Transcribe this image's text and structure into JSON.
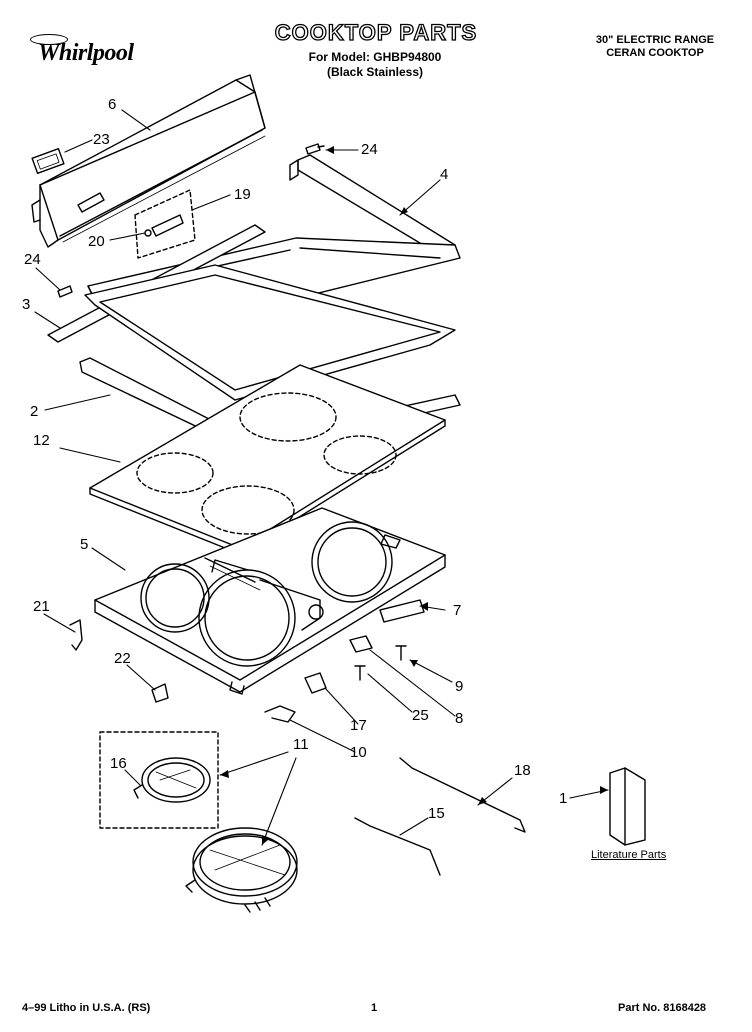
{
  "header": {
    "brand": "Whirlpool",
    "title": "COOKTOP PARTS",
    "model_line": "For Model: GHBP94800",
    "model_color": "(Black Stainless)",
    "range_line1": "30\" ELECTRIC RANGE",
    "range_line2": "CERAN COOKTOP"
  },
  "callouts": {
    "p6": "6",
    "p23": "23",
    "p24a": "24",
    "p4": "4",
    "p19": "19",
    "p20": "20",
    "p24b": "24",
    "p3": "3",
    "p2": "2",
    "p12": "12",
    "p5": "5",
    "p7": "7",
    "p21": "21",
    "p9": "9",
    "p22": "22",
    "p17": "17",
    "p25": "25",
    "p8": "8",
    "p10": "10",
    "p11": "11",
    "p16": "16",
    "p18": "18",
    "p15": "15",
    "p1": "1"
  },
  "literature_label": "Literature Parts",
  "footer": {
    "left": "4–99 Litho in U.S.A. (RS)",
    "center": "1",
    "right": "Part No. 8168428"
  }
}
